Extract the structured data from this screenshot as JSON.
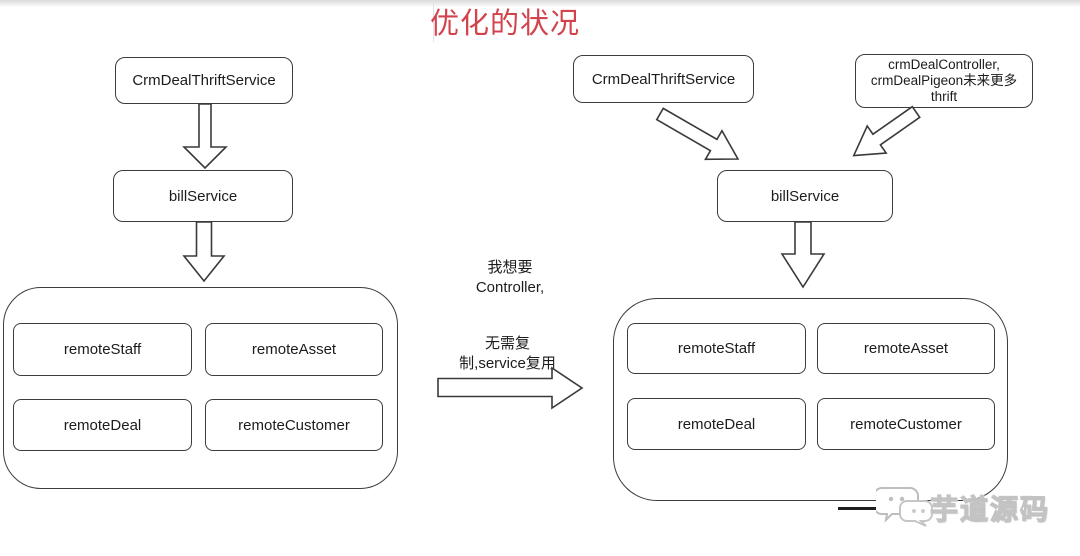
{
  "title": {
    "text": "优化的状况",
    "color": "#d2434d"
  },
  "left_diagram": {
    "top_box": "CrmDealThriftService",
    "service_box": "billService",
    "remote_boxes": [
      "remoteStaff",
      "remoteAsset",
      "remoteDeal",
      "remoteCustomer"
    ]
  },
  "right_diagram": {
    "thrift_box": "CrmDealThriftService",
    "controller_box_lines": [
      "crmDealController,",
      "crmDealPigeon未来更多",
      "thrift"
    ],
    "service_box": "billService",
    "remote_boxes": [
      "remoteStaff",
      "remoteAsset",
      "remoteDeal",
      "remoteCustomer"
    ]
  },
  "annotations": {
    "want_line1": "我想要",
    "want_line2": "Controller,",
    "reuse_line1": "无需复",
    "reuse_line2": "制,service复用"
  },
  "watermark": {
    "text": "芋道源码"
  },
  "colors": {
    "title_red": "#d2434d",
    "line_dark": "#3a3a3a",
    "background": "#ffffff"
  }
}
